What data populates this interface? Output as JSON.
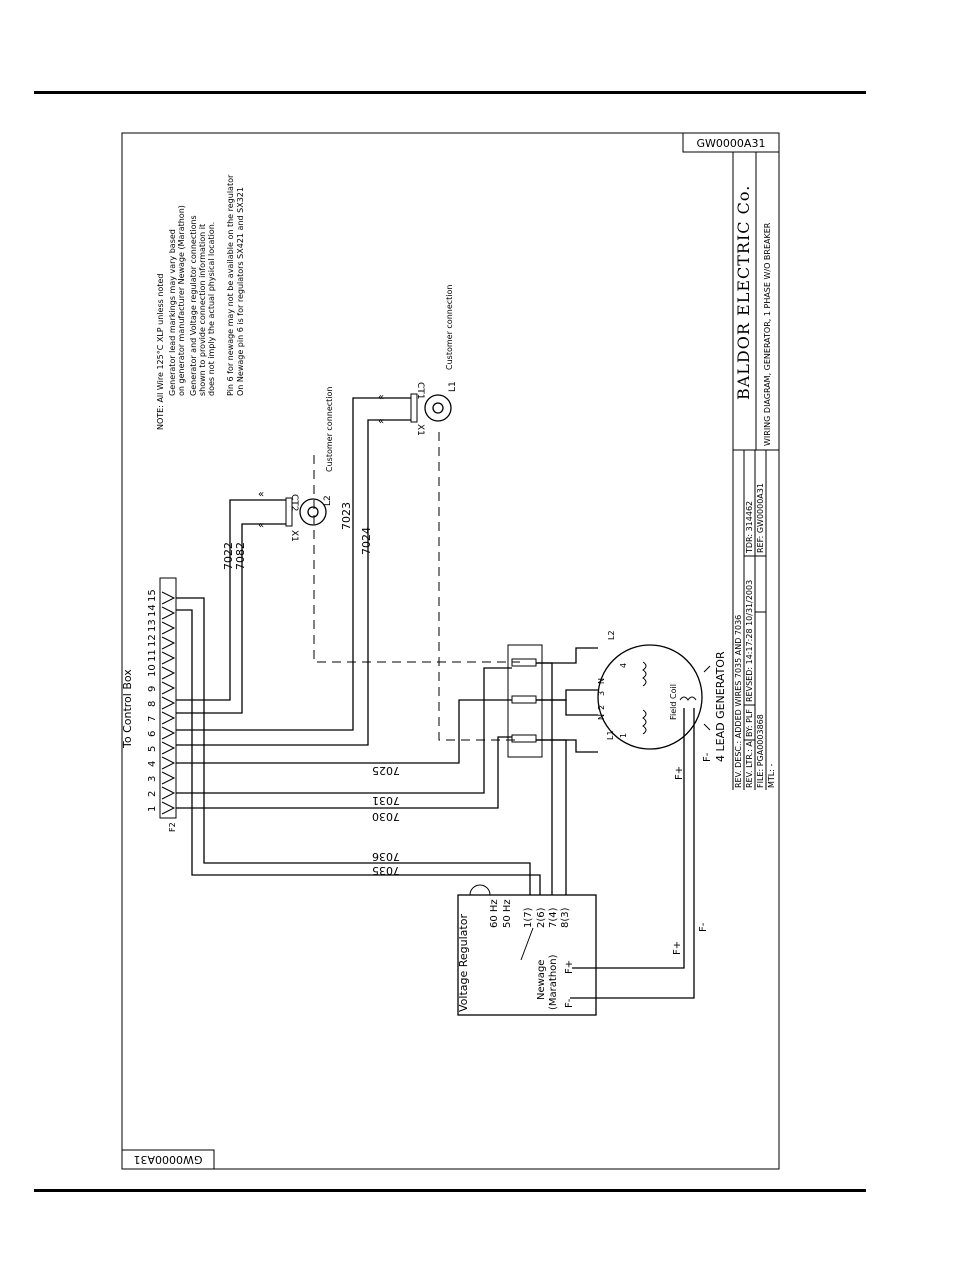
{
  "drawing_number": "GW0000A31",
  "company": "BALDOR ELECTRIC Co.",
  "drawing_title": "WIRING DIAGRAM, GENERATOR, 1 PHASE W/O BREAKER",
  "title_block": {
    "rev_desc": "REV. DESC.: ADDED WIRES 7035 AND 7036",
    "rev_ltr": "REV. LTR.: A",
    "by": "BY: PLF",
    "revised": "REVSED: 14:17:28 10/31/2003",
    "tdr": "TDR: 314462",
    "file": "FILE: PGA0003868",
    "ref": "REF: GW0000A31",
    "mtl": "MTL: -"
  },
  "notes": [
    "NOTE:    All Wire 125°C XLP unless noted",
    "Generator lead markings may vary based",
    "on generator manufacturer Newage (Marathon)",
    "Generator and Voltage regulator connections",
    "shown to provide connection information it",
    "does not imply the actual physical location.",
    "Pin 6 for newage may not be available on the regulator",
    "On Newage pin 6 is for regulators SX421 and SX321"
  ],
  "control_box": {
    "label": "To Control Box",
    "terminal_block": "F2",
    "pins": [
      "1",
      "2",
      "3",
      "4",
      "5",
      "6",
      "7",
      "8",
      "9",
      "10",
      "11",
      "12",
      "13",
      "14",
      "15"
    ]
  },
  "wires": {
    "w7022": "7022",
    "w7082": "7082",
    "w7023": "7023",
    "w7024": "7024",
    "w7025": "7025",
    "w7031": "7031",
    "w7030": "7030",
    "w7036": "7036",
    "w7035": "7035"
  },
  "ct2": {
    "name": "CT2",
    "x1": "X1",
    "lead": "L2",
    "customer": "Customer connection"
  },
  "ct1": {
    "name": "CT1",
    "x1": "X1",
    "lead": "L1",
    "customer": "Customer connection"
  },
  "generator": {
    "title": "4 LEAD GENERATOR",
    "l1": "L1",
    "l2": "L2",
    "n1": "N",
    "n2": "N",
    "t1": "1",
    "t2": "2",
    "t3": "3",
    "t4": "4",
    "field_coil": "Field Coil",
    "f_plus": "F+",
    "f_minus": "F-"
  },
  "regulator": {
    "title": "Voltage Regulator",
    "hz60": "60 Hz",
    "hz50": "50 Hz",
    "t1": "1(7)",
    "t2": "2(6)",
    "t7": "7(4)",
    "t8": "8(3)",
    "newage": "Newage",
    "marathon": "(Marathon)",
    "f_minus": "F-",
    "f_plus": "F+"
  },
  "wire_labels": {
    "f_plus": "F+",
    "f_minus": "F-"
  }
}
